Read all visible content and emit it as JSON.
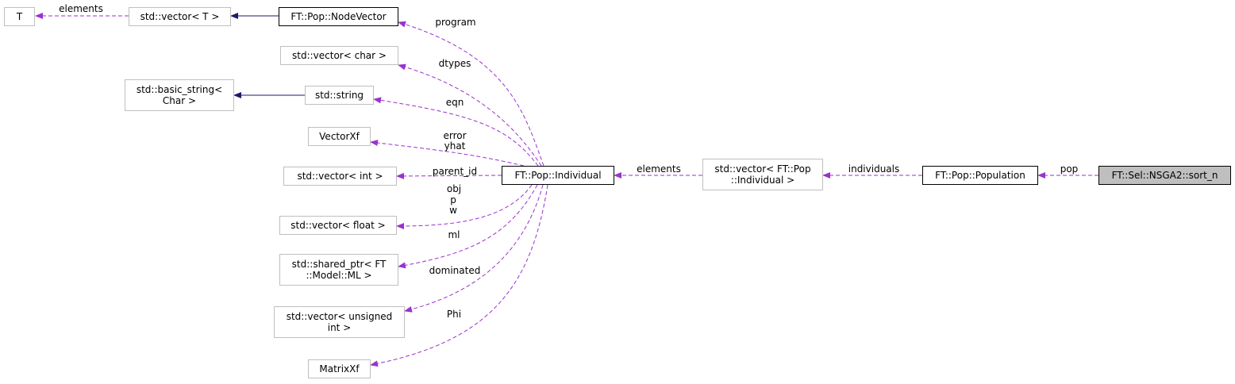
{
  "nodes": {
    "T": "T",
    "std_vector_T": "std::vector< T >",
    "node_vector": "FT::Pop::NodeVector",
    "vector_char": "std::vector< char >",
    "basic_string_l1": "std::basic_string<",
    "basic_string_l2": "Char >",
    "std_string": "std::string",
    "vectorxf": "VectorXf",
    "vector_int": "std::vector< int >",
    "individual": "FT::Pop::Individual",
    "vector_float": "std::vector< float >",
    "shared_ptr_l1": "std::shared_ptr< FT",
    "shared_ptr_l2": "::Model::ML >",
    "vector_unsigned_l1": "std::vector< unsigned",
    "vector_unsigned_l2": "int >",
    "matrixxf": "MatrixXf",
    "vector_individual_l1": "std::vector< FT::Pop",
    "vector_individual_l2": "::Individual >",
    "population": "FT::Pop::Population",
    "sort_n": "FT::Sel::NSGA2::sort_n"
  },
  "edge_labels": {
    "elements_T": "elements",
    "program": "program",
    "dtypes": "dtypes",
    "eqn": "eqn",
    "error_yhat_l1": "error",
    "error_yhat_l2": "yhat",
    "parent_id": "parent_id",
    "obj_p_w_l1": "obj",
    "obj_p_w_l2": "p",
    "obj_p_w_l3": "w",
    "ml": "ml",
    "dominated": "dominated",
    "phi": "Phi",
    "elements_individual": "elements",
    "individuals": "individuals",
    "pop": "pop"
  },
  "colors": {
    "usage_edge": "#9a32cd",
    "inheritance_edge": "#191970",
    "grey_border": "#bfbfbf",
    "selected_fill": "#bfbfbf"
  }
}
